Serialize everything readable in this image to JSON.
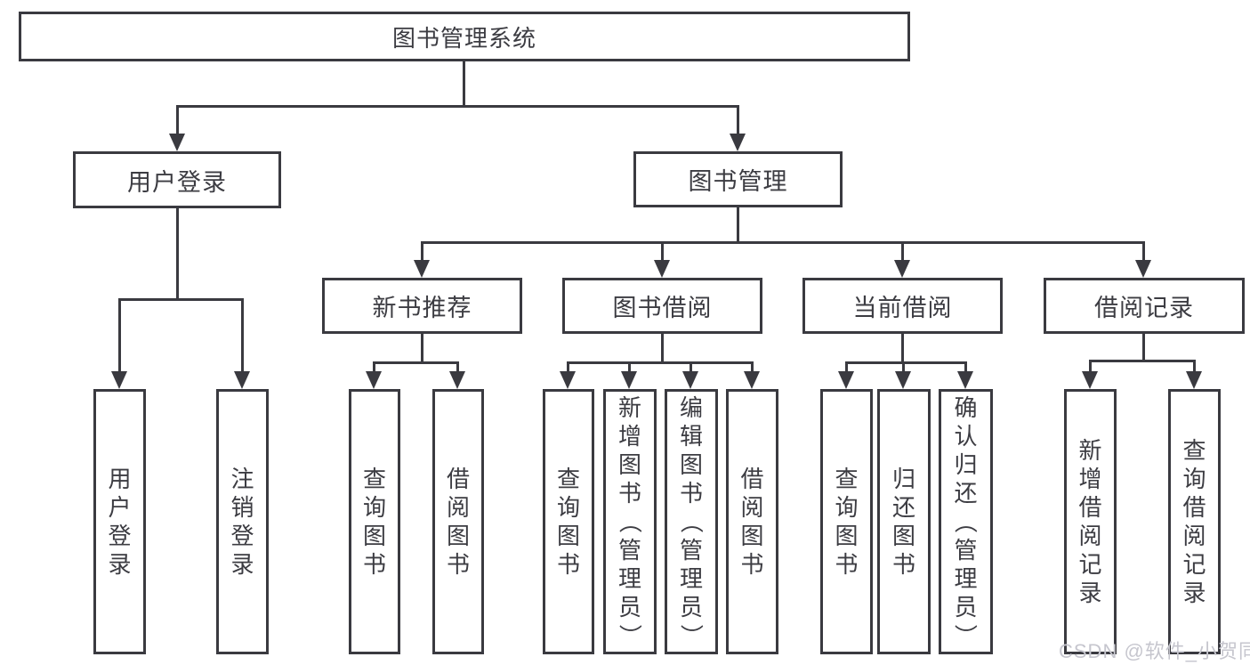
{
  "diagram": {
    "root": {
      "label": "图书管理系统"
    },
    "level2": [
      {
        "label": "用户登录"
      },
      {
        "label": "图书管理"
      }
    ],
    "level3": [
      {
        "label": "新书推荐",
        "parent": "图书管理"
      },
      {
        "label": "图书借阅",
        "parent": "图书管理"
      },
      {
        "label": "当前借阅",
        "parent": "图书管理"
      },
      {
        "label": "借阅记录",
        "parent": "图书管理"
      }
    ],
    "leaves": [
      {
        "label": "用户登录",
        "parent": "用户登录"
      },
      {
        "label": "注销登录",
        "parent": "用户登录"
      },
      {
        "label": "查询图书",
        "parent": "新书推荐"
      },
      {
        "label": "借阅图书",
        "parent": "新书推荐"
      },
      {
        "label": "查询图书",
        "parent": "图书借阅"
      },
      {
        "label": "新增图书（管理员）",
        "parent": "图书借阅"
      },
      {
        "label": "编辑图书（管理员）",
        "parent": "图书借阅"
      },
      {
        "label": "借阅图书",
        "parent": "图书借阅"
      },
      {
        "label": "查询图书",
        "parent": "当前借阅"
      },
      {
        "label": "归还图书",
        "parent": "当前借阅"
      },
      {
        "label": "确认归还（管理员）",
        "parent": "当前借阅"
      },
      {
        "label": "新增借阅记录",
        "parent": "借阅记录"
      },
      {
        "label": "查询借阅记录",
        "parent": "借阅记录"
      }
    ]
  },
  "watermark": {
    "text": "CSDN @软件_小贺同学"
  },
  "colors": {
    "line": "#3a3a40",
    "text": "#3c3c42",
    "box_background": "#ffffff",
    "watermark": "#c6c6ce",
    "page_background": "#ffffff"
  }
}
